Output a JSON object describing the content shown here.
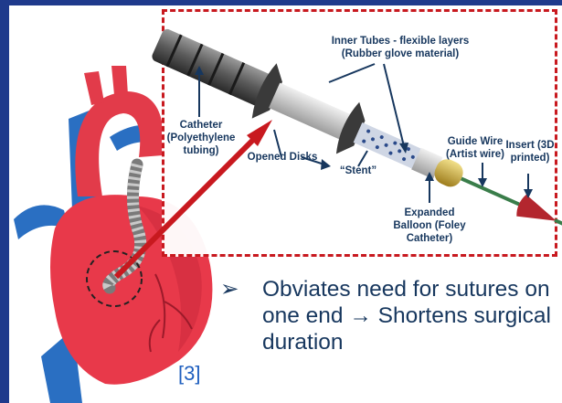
{
  "colors": {
    "border": "#1f3a8c",
    "callout_border": "#c8191f",
    "label_text": "#17375e",
    "pointer_arrow": "#c8191f",
    "heart": "#e8394a",
    "vessel_blue": "#2a6fc2",
    "citation": "#1f5fbf"
  },
  "labels": {
    "inner_tubes": "Inner Tubes - flexible layers",
    "inner_tubes_sub": "(Rubber glove material)",
    "catheter_1": "Catheter",
    "catheter_2": "(Polyethylene",
    "catheter_3": "tubing)",
    "opened_disks": "Opened Disks",
    "stent": "“Stent”",
    "guide_wire_1": "Guide Wire",
    "guide_wire_2": "(Artist wire)",
    "insert_1": "Insert (3D",
    "insert_2": "printed)",
    "balloon_1": "Expanded",
    "balloon_2": "Balloon (Foley",
    "balloon_3": "Catheter)"
  },
  "bullet": {
    "marker": "➢",
    "text": "Obviates need for sutures on one end → Shortens surgical duration"
  },
  "citation": "[3]"
}
